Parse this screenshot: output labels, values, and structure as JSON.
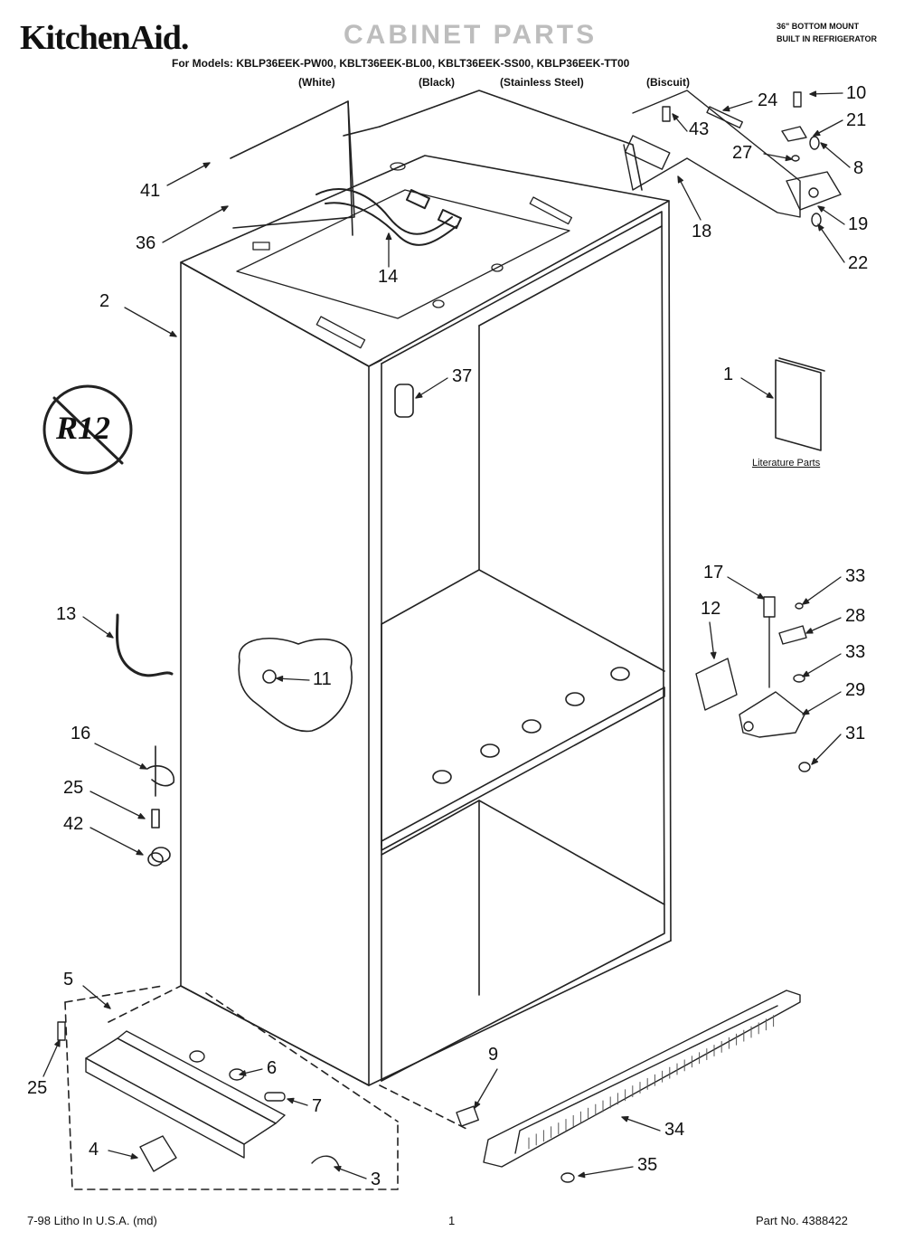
{
  "header": {
    "brand": "KitchenAid.",
    "title": "CABINET PARTS",
    "subhead_line1": "36\" BOTTOM MOUNT",
    "subhead_line2": "BUILT IN REFRIGERATOR",
    "models_line": "For Models: KBLP36EEK-PW00, KBLT36EEK-BL00, KBLT36EEK-SS00, KBLP36EEK-TT00",
    "colors": [
      "(White)",
      "(Black)",
      "(Stainless Steel)",
      "(Biscuit)"
    ]
  },
  "badge": {
    "text": "R12"
  },
  "literature": {
    "label": "Literature Parts"
  },
  "callouts": [
    "24",
    "10",
    "43",
    "21",
    "27",
    "8",
    "18",
    "19",
    "22",
    "41",
    "36",
    "14",
    "2",
    "37",
    "1",
    "17",
    "33",
    "12",
    "28",
    "33",
    "13",
    "11",
    "29",
    "31",
    "16",
    "25",
    "42",
    "5",
    "9",
    "25",
    "6",
    "7",
    "34",
    "4",
    "3",
    "35"
  ],
  "footer": {
    "left": "7-98 Litho In U.S.A. (md)",
    "center": "1",
    "right": "Part No. 4388422"
  }
}
